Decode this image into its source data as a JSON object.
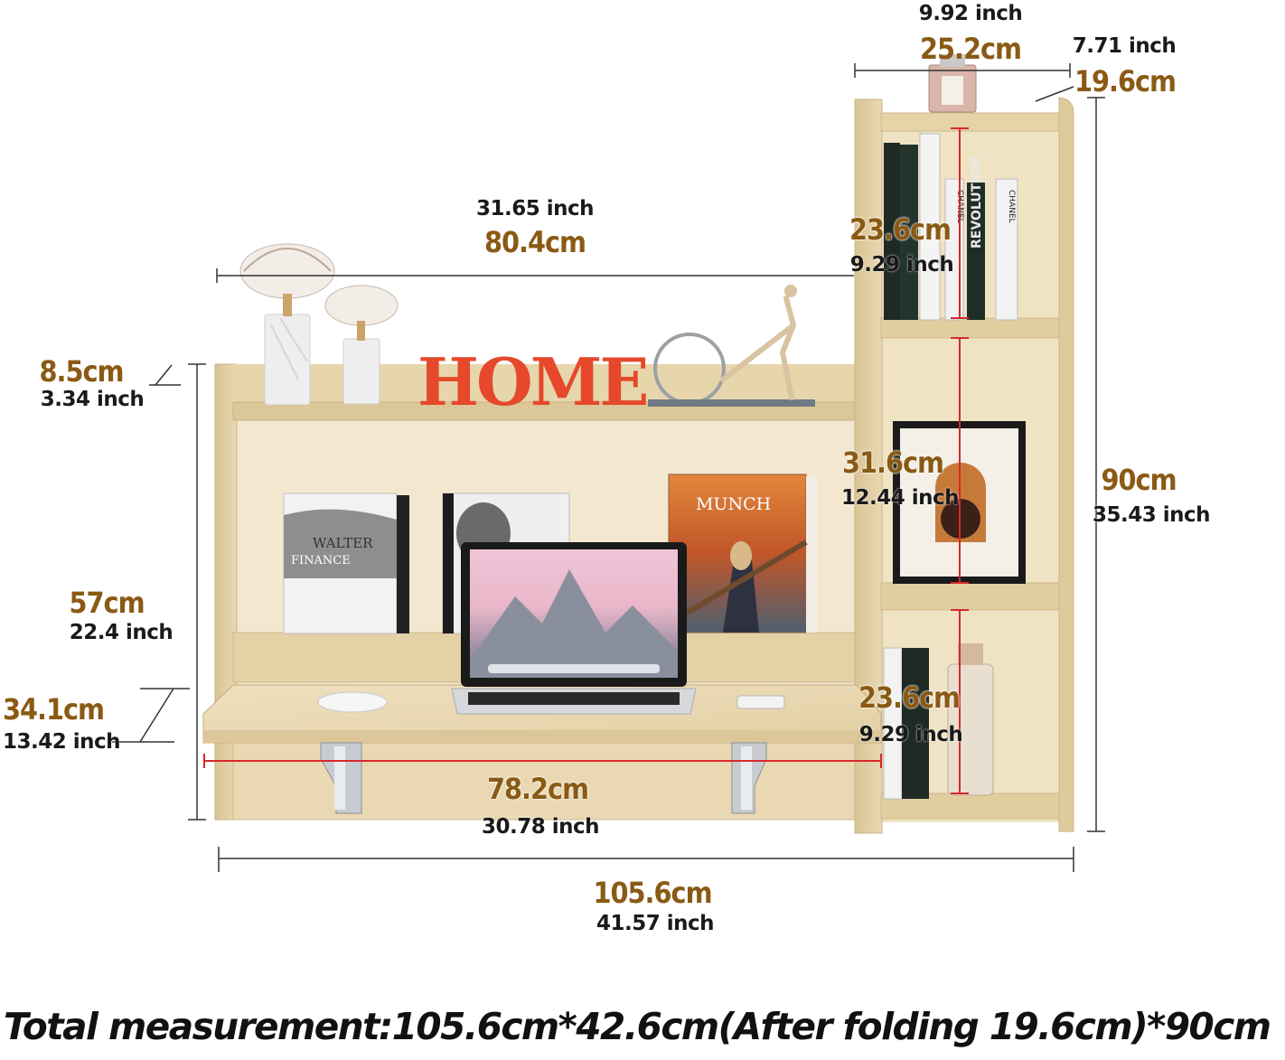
{
  "logo_text": "HOME",
  "book_titles": {
    "walter": "WALTER",
    "finance": "FINANCE",
    "munch": "MUNCH",
    "chanel": "CHANEL",
    "revolution": "REVOLUTION"
  },
  "dimensions": {
    "depth_top": {
      "inch": "9.92 inch",
      "cm": "25.2cm"
    },
    "depth_folded": {
      "inch": "7.71 inch",
      "cm": "19.6cm"
    },
    "upper_shelf_width": {
      "inch": "31.65 inch",
      "cm": "80.4cm"
    },
    "top_compartment": {
      "cm": "23.6cm",
      "inch": "9.29 inch"
    },
    "middle_compartment": {
      "cm": "31.6cm",
      "inch": "12.44 inch"
    },
    "bottom_compartment": {
      "cm": "23.6cm",
      "inch": "9.29 inch"
    },
    "total_height": {
      "cm": "90cm",
      "inch": "35.43 inch"
    },
    "shelf_rail": {
      "cm": "8.5cm",
      "inch": "3.34 inch"
    },
    "upper_height": {
      "cm": "57cm",
      "inch": "22.4 inch"
    },
    "desk_depth": {
      "cm": "34.1cm",
      "inch": "13.42 inch"
    },
    "desk_width": {
      "cm": "78.2cm",
      "inch": "30.78 inch"
    },
    "total_width": {
      "cm": "105.6cm",
      "inch": "41.57 inch"
    }
  },
  "total_measurement": "Total measurement:105.6cm*42.6cm(After folding 19.6cm)*90cm",
  "colors": {
    "wood": "#ead9b3",
    "wood_dark": "#cdb88b",
    "cm_text": "#8a5a14",
    "red_line": "#d8282a"
  }
}
